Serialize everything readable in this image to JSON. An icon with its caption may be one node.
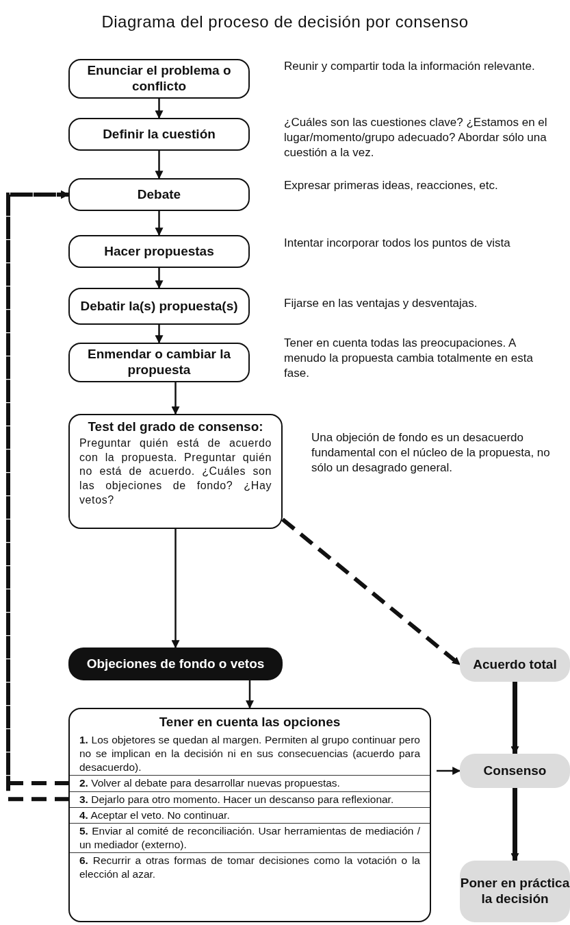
{
  "diagram": {
    "title": "Diagrama del proceso de decisión por consenso",
    "nodes": [
      {
        "text": [
          "Enunciar el problema o conflicto"
        ],
        "beside": [
          "Reunir y compartir toda la información relevante."
        ]
      },
      {
        "text": [
          "Definir la cuestión"
        ],
        "beside": [
          "¿Cuáles son las cuestiones clave? ¿Estamos en el lugar/momento/grupo adecuado? Abordar sólo una cuestión a la vez."
        ]
      },
      {
        "text": [
          "Debate"
        ],
        "beside": [
          "Expresar primeras ideas, reacciones, etc."
        ]
      },
      {
        "text": [
          "Hacer propuestas"
        ],
        "beside": [
          "Intentar incorporar todos los puntos de vista"
        ]
      },
      {
        "text": [
          "Debatir la(s) propuesta(s)"
        ],
        "beside": [
          "Fijarse en las ventajas y desventajas."
        ]
      },
      {
        "text": [
          "Enmendar o cambiar la propuesta"
        ],
        "beside": [
          "Tener en cuenta todas las preocupaciones. A menudo la propuesta cambia totalmente en esta fase."
        ]
      },
      {
        "text": [
          "Test del grado de consenso:",
          "Preguntar quién está de acuerdo con la propuesta. Preguntar quién no está de acuerdo. ¿Cuáles son las objeciones de fondo? ¿Hay vetos?"
        ],
        "beside": [
          "Una objeción de fondo es un desacuerdo fundamental con el núcleo de la propuesta, no sólo un desagrado general."
        ]
      },
      {
        "text": [
          "Objeciones de fondo o vetos"
        ]
      },
      {
        "text": [
          "Acuerdo total"
        ]
      },
      {
        "text": [
          "Tener en cuenta las opciones"
        ]
      },
      {
        "text": [
          "**1.** Los objetores se quedan al margen. Permiten al grupo continuar pero no se implican en la decisión ni en sus consecuencias (acuerdo para desacuerdo)."
        ],
        "in": 9
      },
      {
        "text": [
          "**2.** Volver al debate para desarrollar nuevas propuestas."
        ],
        "in": 9
      },
      {
        "text": [
          "**3.** Dejarlo para otro momento. Hacer un descanso para reflexionar."
        ],
        "in": 9
      },
      {
        "text": [
          "**4.** Aceptar el veto. No continuar."
        ],
        "in": 9
      },
      {
        "text": [
          "**5.** Enviar al comité de reconciliación. Usar herramientas de mediación / un mediador (externo)."
        ],
        "in": 9
      },
      {
        "text": [
          "**6.** Recurrir a otras formas de tomar decisiones como la votación o la elección al azar."
        ],
        "in": 9
      },
      {
        "text": [
          "Consenso"
        ]
      },
      {
        "text": [
          "Poner en práctica la decisión"
        ]
      }
    ],
    "edges": [
      {
        "from": 0,
        "to": 1,
        "arrow": "to"
      },
      {
        "from": 1,
        "to": 2,
        "arrow": "to"
      },
      {
        "from": 2,
        "to": 3,
        "arrow": "to"
      },
      {
        "from": 3,
        "to": 4,
        "arrow": "to"
      },
      {
        "from": 4,
        "to": 5,
        "arrow": "to"
      },
      {
        "from": 5,
        "to": 6,
        "arrow": "to"
      },
      {
        "from": 6,
        "to": 7,
        "arrow": "to"
      },
      {
        "from": 6,
        "to": 8,
        "arrow": "to",
        "style": "dashed"
      },
      {
        "from": 7,
        "to": 9,
        "arrow": "to"
      },
      {
        "from": 9,
        "to": 16,
        "arrow": "to"
      },
      {
        "from": 8,
        "to": 16,
        "arrow": "to",
        "style": "thick"
      },
      {
        "from": 16,
        "to": 17,
        "arrow": "to",
        "style": "thick"
      },
      {
        "from": 11,
        "to": 2,
        "arrow": "to",
        "style": "dashed"
      },
      {
        "from": 12,
        "to": 2,
        "arrow": "to",
        "style": "dashed"
      }
    ]
  }
}
